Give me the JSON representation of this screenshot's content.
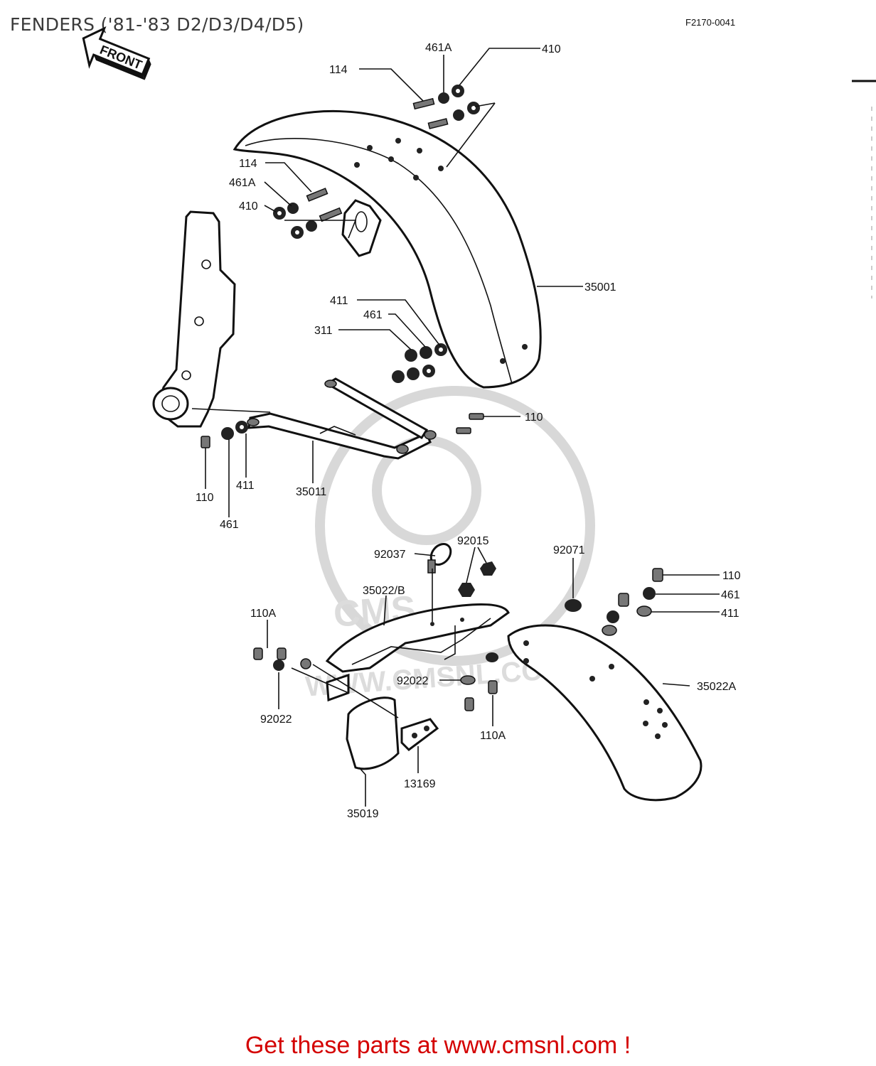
{
  "title": "FENDERS ('81-'83 D2/D3/D4/D5)",
  "diagram_ref": "F2170-0041",
  "front_arrow": "FRONT",
  "watermark": "WWW.CMSNL.COM",
  "labels": {
    "l_114_top": "114",
    "l_461a_top": "461A",
    "l_410_top": "410",
    "l_114_side": "114",
    "l_461a_side": "461A",
    "l_410_side": "410",
    "l_35001": "35001",
    "l_411_mid": "411",
    "l_461_mid": "461",
    "l_311": "311",
    "l_110_right": "110",
    "l_110_left": "110",
    "l_411_left": "411",
    "l_461_left": "461",
    "l_35011": "35011",
    "l_92037": "92037",
    "l_92015": "92015",
    "l_92071": "92071",
    "l_110_rear": "110",
    "l_461_rear": "461",
    "l_411_rear": "411",
    "l_35022b": "35022/B",
    "l_110a_left": "110A",
    "l_92022_mid": "92022",
    "l_35022a": "35022A",
    "l_92022_left": "92022",
    "l_110a_bottom": "110A",
    "l_13169": "13169",
    "l_35019": "35019"
  },
  "footer": {
    "prefix": "Get these parts at ",
    "link": "www.cmsnl.com",
    "suffix": " !"
  }
}
